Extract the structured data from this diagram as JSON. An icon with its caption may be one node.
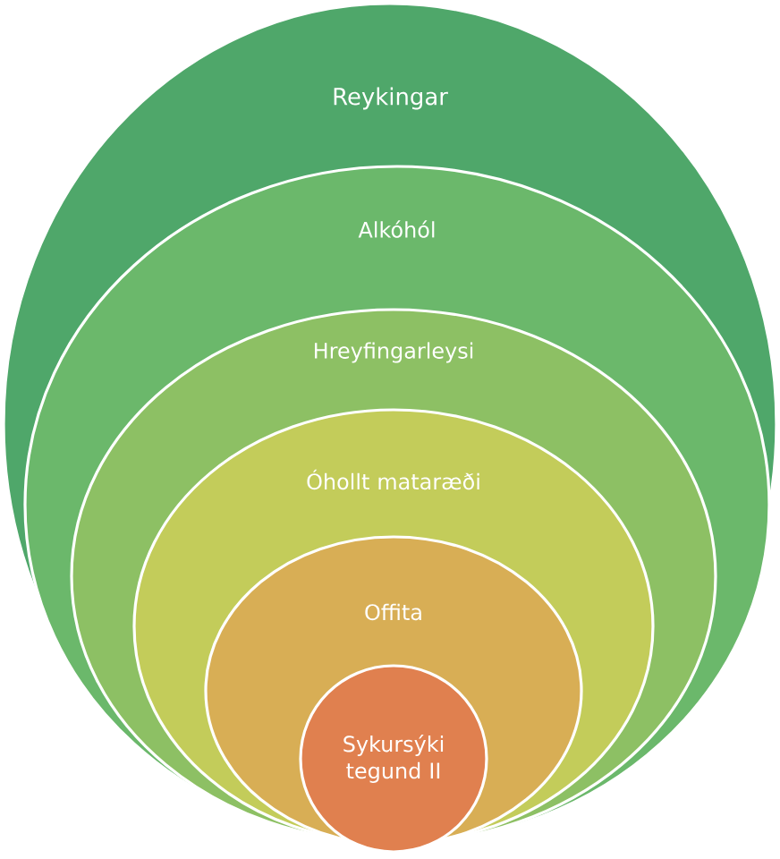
{
  "diagram": {
    "nodes": [
      {
        "text": [
          "Reykingar"
        ]
      },
      {
        "text": [
          "Alkóhól"
        ],
        "in": 0
      },
      {
        "text": [
          "Hreyfingarleysi"
        ],
        "in": 1
      },
      {
        "text": [
          "Óhollt mataræði"
        ],
        "in": 2
      },
      {
        "text": [
          "Offita"
        ],
        "in": 3
      },
      {
        "text": [
          "Sykursýki tegund II"
        ],
        "in": 4
      }
    ]
  }
}
